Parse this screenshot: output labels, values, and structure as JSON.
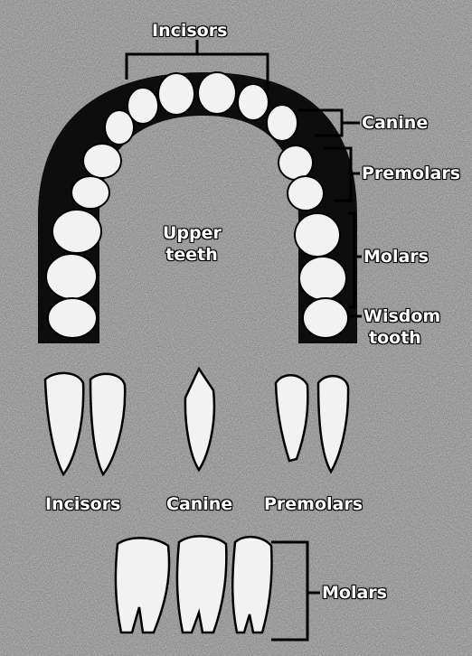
{
  "labels": {
    "incisors_top": "Incisors",
    "canine": "Canine",
    "premolars": "Premolars",
    "upper_teeth_line1": "Upper",
    "upper_teeth_line2": "teeth",
    "molars": "Molars",
    "wisdom_line1": "Wisdom",
    "wisdom_line2": "tooth",
    "incisors_bottom": "Incisors",
    "canine_bottom": "Canine",
    "premolars_bottom": "Premolars",
    "molars_bottom": "Molars"
  }
}
